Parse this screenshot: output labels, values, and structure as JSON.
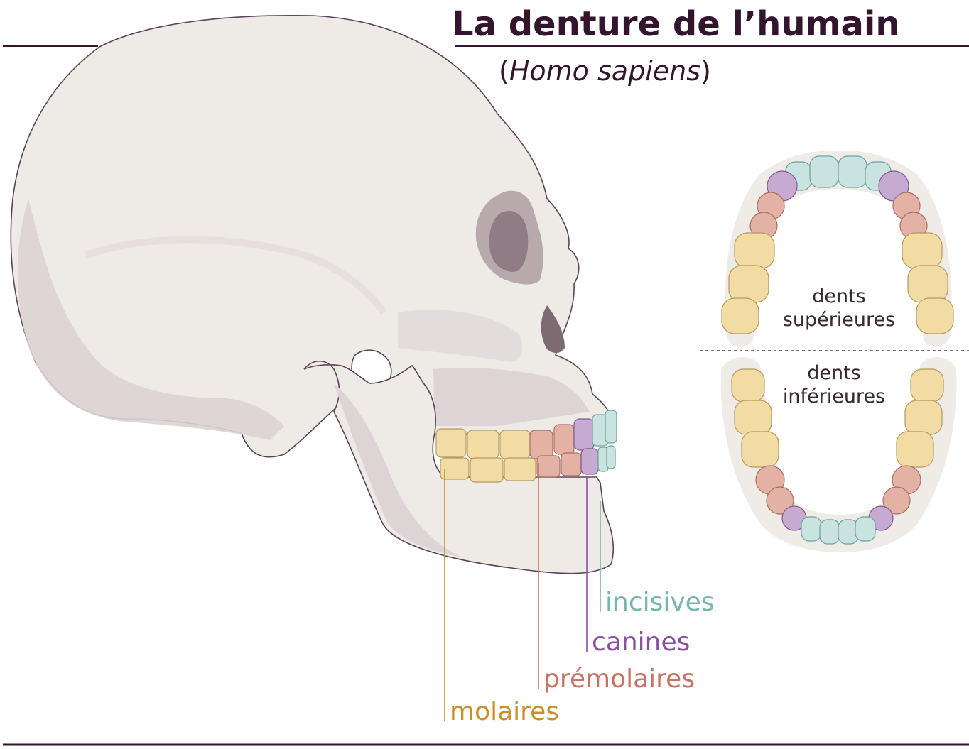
{
  "title": "La denture de l’humain",
  "subtitle": {
    "open": "(",
    "species": "Homo sapiens",
    "close": ")"
  },
  "labels": {
    "incisors": "incisives",
    "canines": "canines",
    "premolars": "prémolaires",
    "molars": "molaires"
  },
  "arches": {
    "upper_line1": "dents",
    "upper_line2": "supérieures",
    "lower_line1": "dents",
    "lower_line2": "inférieures"
  },
  "colors": {
    "incisors": "#c9e3e1",
    "canines": "#c7aad2",
    "premolars": "#e4b2a5",
    "molars": "#f2dca4",
    "incisors_text": "#77b5b1",
    "canines_text": "#8a4fa1",
    "premolars_text": "#c77466",
    "molars_text": "#c98f2a",
    "bone": "#eeebe7",
    "ink": "#33152e"
  }
}
